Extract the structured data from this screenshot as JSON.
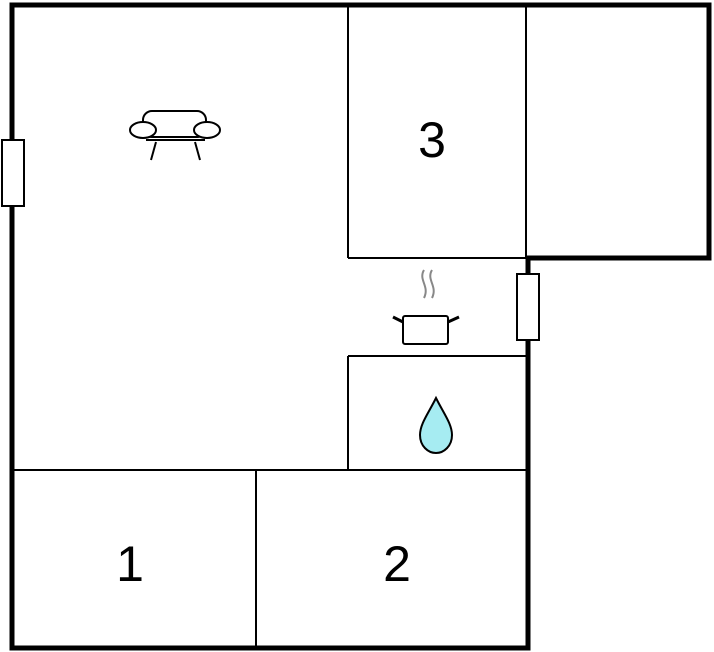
{
  "floorplan": {
    "rooms": [
      {
        "id": "bedroom-1",
        "label": "1"
      },
      {
        "id": "bedroom-2",
        "label": "2"
      },
      {
        "id": "bedroom-3",
        "label": "3"
      }
    ],
    "icons": [
      {
        "id": "living-room",
        "icon": "sofa-icon"
      },
      {
        "id": "kitchen",
        "icon": "cooking-pot-icon"
      },
      {
        "id": "bathroom",
        "icon": "water-drop-icon",
        "color": "#a6ecf2"
      }
    ]
  }
}
